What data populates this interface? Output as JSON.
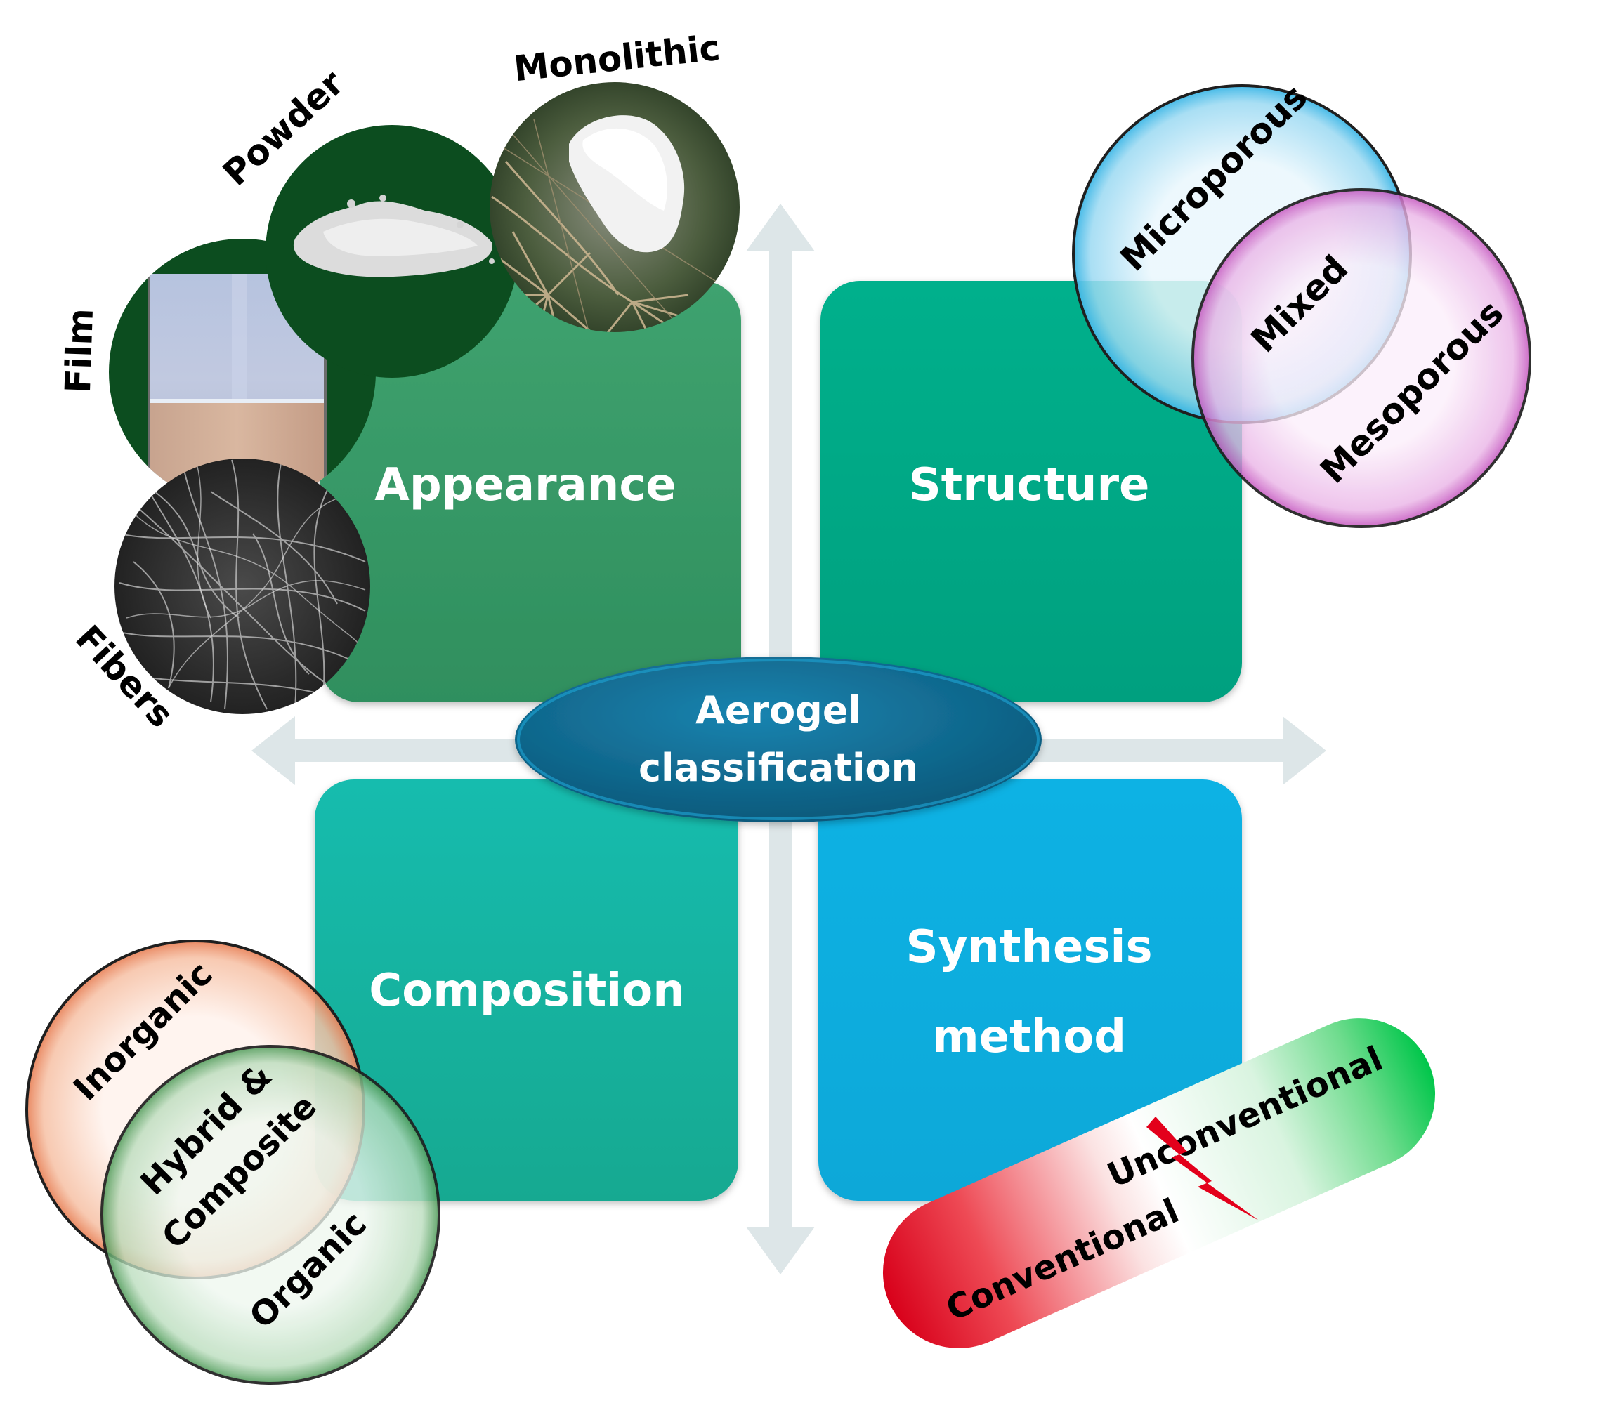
{
  "center": {
    "line1": "Aerogel",
    "line2": "classification"
  },
  "quadrants": {
    "appearance": "Appearance",
    "structure": "Structure",
    "composition": "Composition",
    "synthesis_line1": "Synthesis",
    "synthesis_line2": "method"
  },
  "appearance_forms": {
    "monolithic": "Monolithic",
    "powder": "Powder",
    "film": "Film",
    "fibers": "Fibers"
  },
  "structure_types": {
    "microporous": "Microporous",
    "mixed": "Mixed",
    "mesoporous": "Mesoporous"
  },
  "composition_types": {
    "inorganic": "Inorganic",
    "hybrid_line1": "Hybrid &",
    "hybrid_line2": "Composite",
    "organic": "Organic"
  },
  "synthesis_types": {
    "unconventional": "Unconventional",
    "conventional": "Conventional"
  },
  "colors": {
    "appearance_tile": "#3e9f6e",
    "structure_tile": "#00a887",
    "composition_tile": "#12b5a8",
    "synthesis_tile": "#11aee0",
    "center_ellipse": "#0e6b93",
    "axis": "#dde6e8",
    "dark_green": "#0c4d1f",
    "conventional": "#e5001b",
    "unconventional": "#00c84c"
  }
}
